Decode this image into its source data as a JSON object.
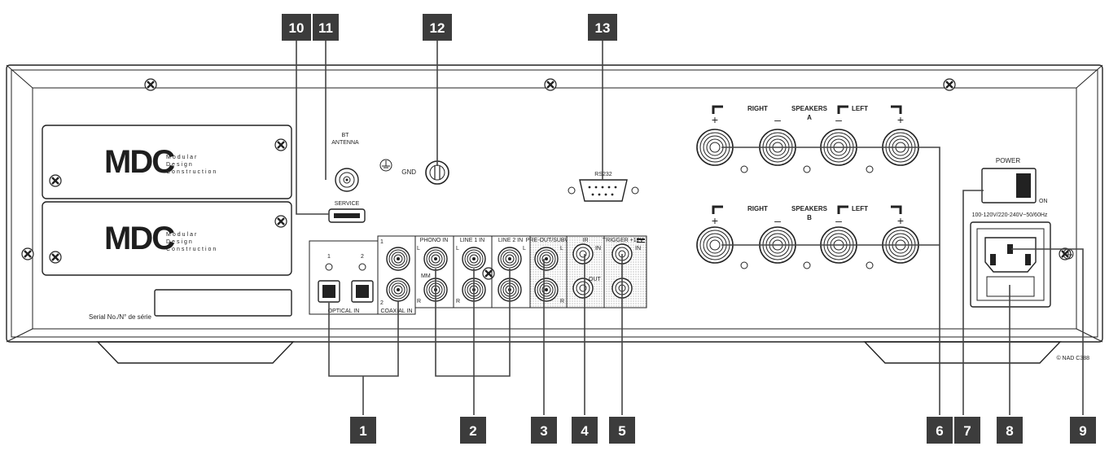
{
  "badges": [
    "1",
    "2",
    "3",
    "4",
    "5",
    "6",
    "7",
    "8",
    "9",
    "10",
    "11",
    "12",
    "13"
  ],
  "colors": {
    "badge_fill": "#3c3c3c",
    "outline": "#222222",
    "panel": "#ffffff",
    "hatch": "#d8d8d8"
  },
  "modules": {
    "logo": "MDC",
    "sub_lines": [
      "Modular",
      "Design",
      "Construction"
    ]
  },
  "labels": {
    "bt": "BT",
    "antenna": "ANTENNA",
    "service": "SERVICE",
    "gnd": "GND",
    "rs232": "RS232",
    "power": "POWER",
    "on": "ON",
    "voltage": "100-120V/220-240V~50/60Hz",
    "serial": "Serial No./N° de série",
    "copyright": "© NAD  C388",
    "optical_in": "OPTICAL IN",
    "coaxial_in": "COAXIAL IN",
    "phono_in": "PHONO IN",
    "line1_in": "LINE 1 IN",
    "line2_in": "LINE 2 IN",
    "preout": "PRE-OUT/SUBW",
    "ir": "IR",
    "trigger": "TRIGGER +12V",
    "in": "IN",
    "out": "OUT",
    "mm": "MM",
    "l": "L",
    "r": "R",
    "one": "1",
    "two": "2",
    "right": "RIGHT",
    "left": "LEFT",
    "speakers": "SPEAKERS",
    "a": "A",
    "b": "B",
    "plus": "+",
    "minus": "–"
  }
}
